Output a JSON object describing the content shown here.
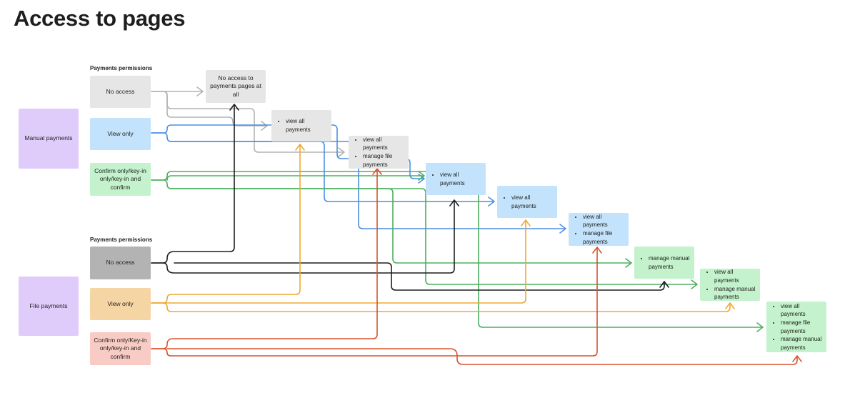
{
  "title": "Access to pages",
  "manual_section_label": "Payments permissions",
  "file_section_label": "Payments permissions",
  "groups": {
    "manual": "Manual payments",
    "file": "File payments"
  },
  "manual_permissions": {
    "no_access": "No access",
    "view_only": "View only",
    "confirm": "Confirm only/key-in only/key-in and confirm"
  },
  "file_permissions": {
    "no_access": "No access",
    "view_only": "View only",
    "confirm": "Confirm only/Key-in only/key-in and confirm"
  },
  "results": {
    "r0": "No access to payments pages at all",
    "r1": [
      "view all payments"
    ],
    "r2": [
      "view all payments",
      "manage file payments"
    ],
    "r3": [
      "view all payments"
    ],
    "r4": [
      "view all payments"
    ],
    "r5": [
      "view all payments",
      "manage file payments"
    ],
    "r6": [
      "manage manual payments"
    ],
    "r7": [
      "view all payments",
      "manage manual payments"
    ],
    "r8": [
      "view all payments",
      "manage file payments",
      "manage manual payments"
    ]
  },
  "colors": {
    "gray_line": "#b3b3b3",
    "black_line": "#1e1e1e",
    "blue_line": "#4a90e2",
    "green_line": "#4caf5f",
    "orange_line": "#f0a830",
    "red_line": "#d9532c"
  }
}
